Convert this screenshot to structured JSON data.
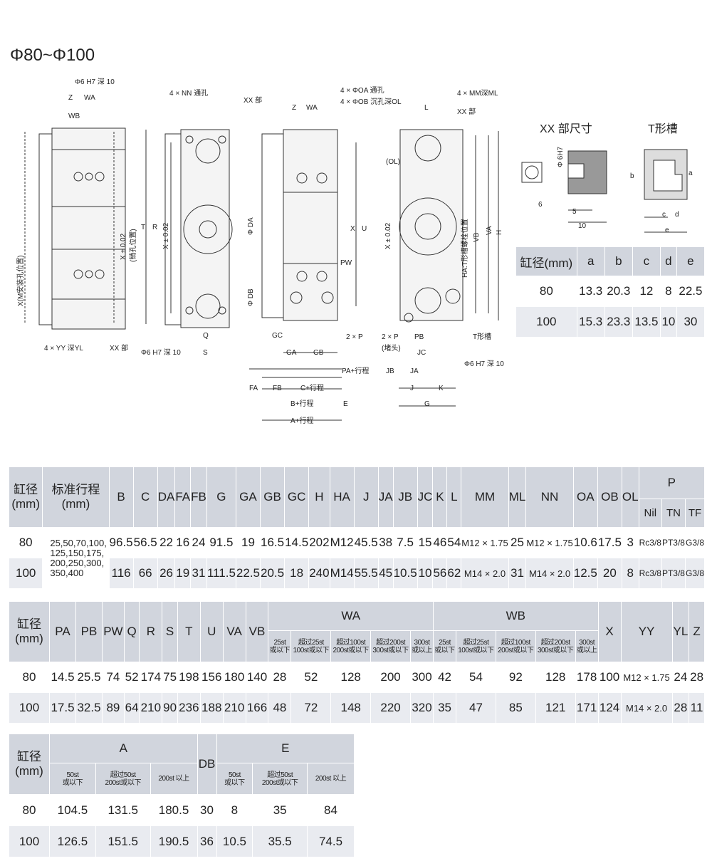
{
  "title": "Φ80~Φ100",
  "drawing": {
    "view1": {
      "phi6": "Φ6 H7 深 10",
      "z": "Z",
      "wa": "WA",
      "wb": "WB",
      "x_side": "X(M安装孔位置)",
      "x_tol": "X ± 0.02",
      "x_tol2": "(销孔位置)",
      "yy": "4 × YY 深YL",
      "xx": "XX 部"
    },
    "view2": {
      "nn": "4 × NN 通孔",
      "xx": "XX 部",
      "t": "T",
      "r": "R",
      "x": "X ± 0.02",
      "q": "Q",
      "s": "S",
      "phi6": "Φ6 H7 深 10"
    },
    "view3": {
      "oa": "4 × ΦOA 通孔",
      "ob": "4 × ΦOB 沉孔深OL",
      "z": "Z",
      "wa": "WA",
      "da": "Φ DA",
      "db": "Φ DB",
      "x": "X",
      "u": "U",
      "pw": "PW",
      "gc": "GC",
      "ga": "GA",
      "gb": "GB",
      "p": "2 × P",
      "pa": "PA+行程",
      "fa": "FA",
      "fb": "FB",
      "c": "C+行程",
      "b": "B+行程",
      "e": "E",
      "a": "A+行程"
    },
    "view4": {
      "mm": "4 × MM深ML",
      "xx": "XX 部",
      "l": "L",
      "ol": "(OL)",
      "x": "X ± 0.02",
      "vb": "VB",
      "va": "VA",
      "h": "H",
      "ha": "HA:T形槽螺栓位置",
      "p": "2 × P",
      "plug": "(堵头)",
      "pb": "PB",
      "jc": "JC",
      "jb": "JB",
      "ja": "JA",
      "j": "J",
      "k": "K",
      "g": "G",
      "tslot": "T形槽",
      "phi6": "Φ6 H7 深 10"
    },
    "xx_detail": {
      "title": "XX 部尺寸",
      "phi": "Φ 6H7",
      "d6": "6",
      "d5": "5",
      "d10": "10"
    },
    "t_slot": {
      "title": "T形槽",
      "b": "b",
      "a": "a",
      "c": "c",
      "d": "d",
      "e": "e"
    }
  },
  "xx_table": {
    "headers": [
      "缸径(mm)",
      "a",
      "b",
      "c",
      "d",
      "e"
    ],
    "rows": [
      [
        "80",
        "13.3",
        "20.3",
        "12",
        "8",
        "22.5"
      ],
      [
        "100",
        "15.3",
        "23.3",
        "13.5",
        "10",
        "30"
      ]
    ]
  },
  "table1": {
    "bore_label": "缸径\n(mm)",
    "stroke_label": "标准行程\n(mm)",
    "cols": [
      "B",
      "C",
      "DA",
      "FA",
      "FB",
      "G",
      "GA",
      "GB",
      "GC",
      "H",
      "HA",
      "J",
      "JA",
      "JB",
      "JC",
      "K",
      "L",
      "MM",
      "ML",
      "NN",
      "OA",
      "OB",
      "OL"
    ],
    "p_label": "P",
    "p_sub": [
      "Nil",
      "TN",
      "TF"
    ],
    "strokes": "25,50,70,100,\n125,150,175,\n200,250,300,\n350,400",
    "rows": [
      {
        "bore": "80",
        "vals": [
          "96.5",
          "56.5",
          "22",
          "16",
          "24",
          "91.5",
          "19",
          "16.5",
          "14.5",
          "202",
          "M12",
          "45.5",
          "38",
          "7.5",
          "15",
          "46",
          "54",
          "M12 × 1.75",
          "25",
          "M12 × 1.75",
          "10.6",
          "17.5",
          "3"
        ],
        "p": [
          "Rc3/8",
          "PT3/8",
          "G3/8"
        ]
      },
      {
        "bore": "100",
        "vals": [
          "116",
          "66",
          "26",
          "19",
          "31",
          "111.5",
          "22.5",
          "20.5",
          "18",
          "240",
          "M14",
          "55.5",
          "45",
          "10.5",
          "10",
          "56",
          "62",
          "M14 × 2.0",
          "31",
          "M14 × 2.0",
          "12.5",
          "20",
          "8"
        ],
        "p": [
          "Rc3/8",
          "PT3/8",
          "G3/8"
        ]
      }
    ]
  },
  "table2": {
    "bore_label": "缸径\n(mm)",
    "cols_a": [
      "PA",
      "PB",
      "PW",
      "Q",
      "R",
      "S",
      "T",
      "U",
      "VA",
      "VB"
    ],
    "wa_label": "WA",
    "wb_label": "WB",
    "sub": [
      "25st\n或以下",
      "超过25st\n100st或以下",
      "超过100st\n200st或以下",
      "超过200st\n300st或以下",
      "300st\n或以上"
    ],
    "cols_b": [
      "X",
      "YY",
      "YL",
      "Z"
    ],
    "rows": [
      {
        "bore": "80",
        "a": [
          "14.5",
          "25.5",
          "74",
          "52",
          "174",
          "75",
          "198",
          "156",
          "180",
          "140"
        ],
        "wa": [
          "28",
          "52",
          "128",
          "200",
          "300"
        ],
        "wb": [
          "42",
          "54",
          "92",
          "128",
          "178"
        ],
        "b": [
          "100",
          "M12 × 1.75",
          "24",
          "28"
        ]
      },
      {
        "bore": "100",
        "a": [
          "17.5",
          "32.5",
          "89",
          "64",
          "210",
          "90",
          "236",
          "188",
          "210",
          "166"
        ],
        "wa": [
          "48",
          "72",
          "148",
          "220",
          "320"
        ],
        "wb": [
          "35",
          "47",
          "85",
          "121",
          "171"
        ],
        "b": [
          "124",
          "M14 × 2.0",
          "28",
          "11"
        ]
      }
    ]
  },
  "table3": {
    "bore_label": "缸径\n(mm)",
    "a_label": "A",
    "db_label": "DB",
    "e_label": "E",
    "sub": [
      "50st\n或以下",
      "超过50st\n200st或以下",
      "200st 以上"
    ],
    "rows": [
      {
        "bore": "80",
        "a": [
          "104.5",
          "131.5",
          "180.5"
        ],
        "db": "30",
        "e": [
          "8",
          "35",
          "84"
        ]
      },
      {
        "bore": "100",
        "a": [
          "126.5",
          "151.5",
          "190.5"
        ],
        "db": "36",
        "e": [
          "10.5",
          "35.5",
          "74.5"
        ]
      }
    ]
  }
}
